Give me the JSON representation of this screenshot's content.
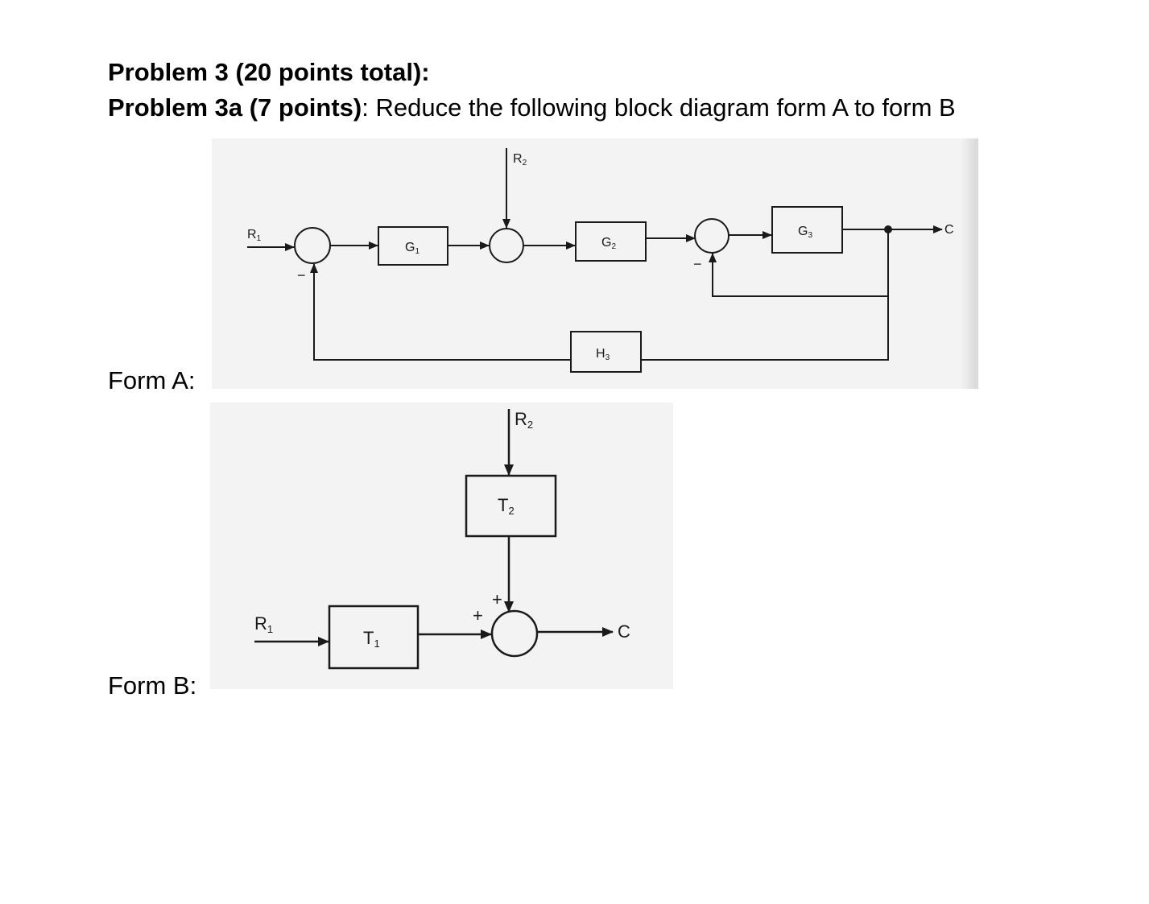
{
  "heading": {
    "line1": "Problem 3 (20 points total):",
    "line2_bold": "Problem 3a (7 points)",
    "line2_rest": ": Reduce the following block diagram form A to form B"
  },
  "form_a": {
    "label": "Form A:",
    "signals": {
      "input1": "R",
      "input1_sub": "1",
      "input2": "R",
      "input2_sub": "2",
      "output": "C"
    },
    "blocks": {
      "g1": "G",
      "g1_sub": "1",
      "g2": "G",
      "g2_sub": "2",
      "g3": "G",
      "g3_sub": "3",
      "h3": "H",
      "h3_sub": "3"
    },
    "signs": {
      "sum1_feedback": "−",
      "sum3_feedback": "−"
    }
  },
  "form_b": {
    "label": "Form B:",
    "signals": {
      "input1": "R",
      "input1_sub": "1",
      "input2": "R",
      "input2_sub": "2",
      "output": "C"
    },
    "blocks": {
      "t1": "T",
      "t1_sub": "1",
      "t2": "T",
      "t2_sub": "2"
    },
    "signs": {
      "top": "+",
      "left": "+"
    }
  }
}
